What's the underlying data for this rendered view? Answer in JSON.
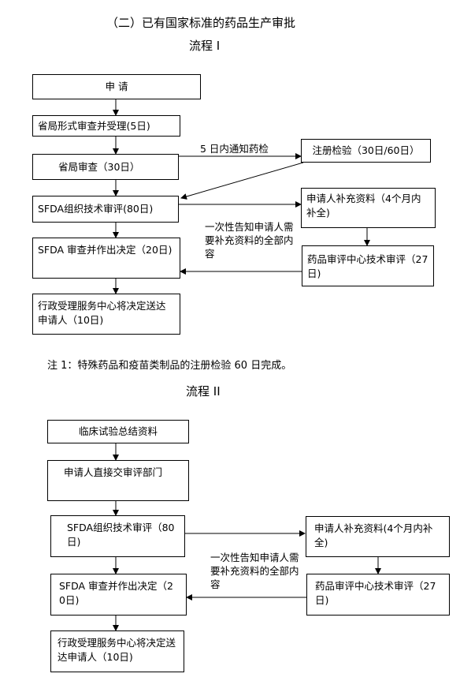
{
  "header": {
    "title": "（二）已有国家标准的药品生产审批",
    "flow1_title": "流程 I"
  },
  "flow1": {
    "box_apply": "申 请",
    "box_province_accept": "省局形式审查并受理(5日)",
    "box_province_review": "省局审查（30日）",
    "box_registration_test": "注册检验（30日/60日）",
    "box_sfda_review": "SFDA组织技术审评(80日)",
    "box_supplement": "申请人补充资料（4个月内补全)",
    "box_sfda_decision": "SFDA 审查并作出决定（20日)",
    "box_cde_review": "药品审评中心技术审评（27日)",
    "box_deliver": "行政受理服务中心将决定送达申请人（10日)",
    "label_notify": "5 日内通知药检",
    "label_inform": "一次性告知申请人需要补充资料的全部内容"
  },
  "note": {
    "text": "注 1：特殊药品和疫苗类制品的注册检验 60 日完成。"
  },
  "flow2": {
    "title": "流程 II",
    "box_clinical": "临床试验总结资料",
    "box_submit": "申请人直接交审评部门",
    "box_sfda_review": "SFDA组织技术审评（80日)",
    "box_supplement": "申请人补充资料(4个月内补全)",
    "box_sfda_decision": "SFDA 审查并作出决定（20日)",
    "box_cde_review": "药品审评中心技术审评（27日)",
    "box_deliver": "行政受理服务中心将决定送达申请人（10日)",
    "label_inform": "一次性告知申请人需要补充资料的全部内容"
  }
}
